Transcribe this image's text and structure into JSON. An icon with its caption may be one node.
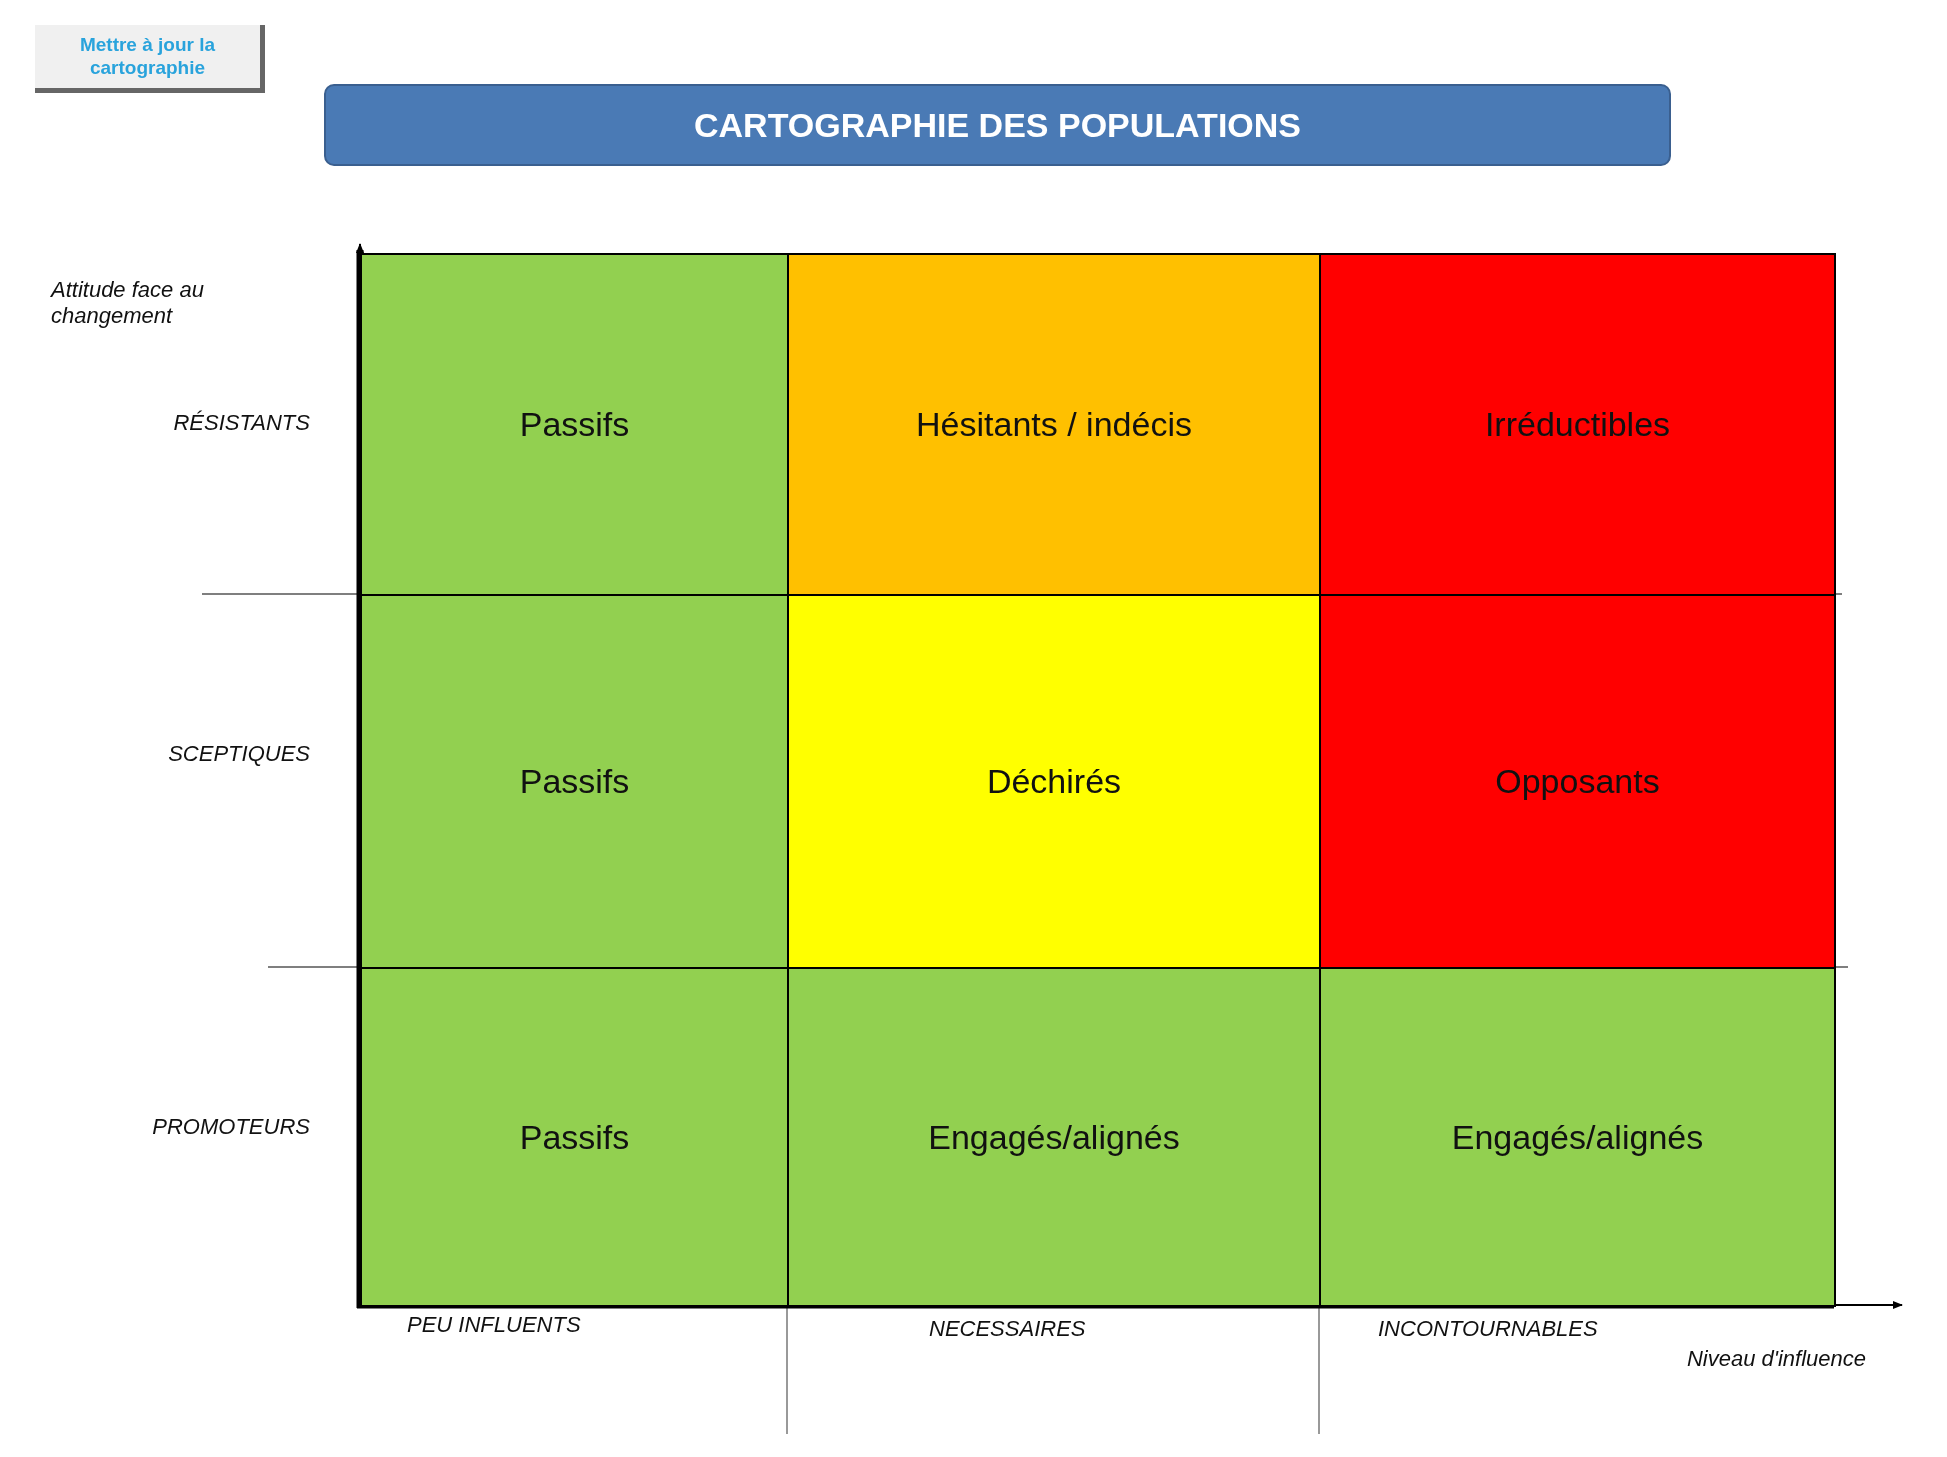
{
  "diagram": {
    "title": "CARTOGRAPHIE DES POPULATIONS",
    "nodes": [
      {
        "text": [
          "Passifs"
        ]
      },
      {
        "text": [
          "Hésitants / indécis"
        ]
      },
      {
        "text": [
          "Irréductibles"
        ]
      },
      {
        "text": [
          "Passifs"
        ]
      },
      {
        "text": [
          "Déchirés"
        ]
      },
      {
        "text": [
          "Opposants"
        ]
      },
      {
        "text": [
          "Passifs"
        ]
      },
      {
        "text": [
          "Engagés/alignés"
        ]
      },
      {
        "text": [
          "Engagés/alignés"
        ]
      }
    ],
    "labels": [
      "Mettre à jour la cartographie",
      "Attitude face au changement",
      "RÉSISTANTS",
      "SCEPTIQUES",
      "PROMOTEURS",
      "PEU INFLUENTS",
      "NECESSAIRES",
      "INCONTOURNABLES",
      "Niveau d'influence"
    ]
  }
}
